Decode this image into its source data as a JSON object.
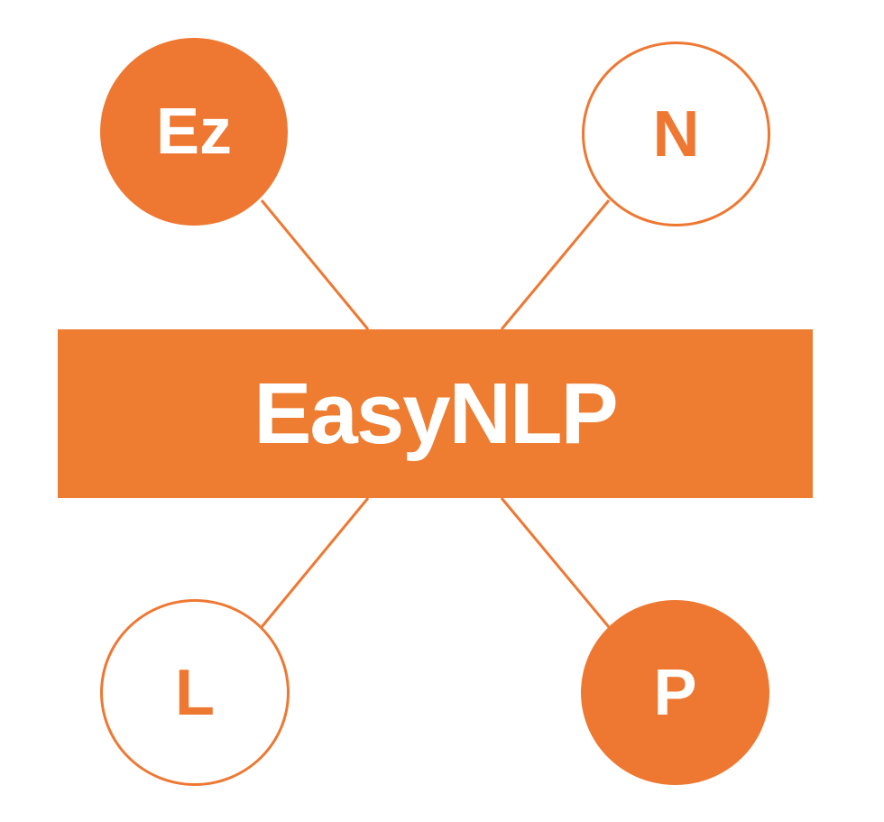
{
  "colors": {
    "accent": "#ee7832",
    "banner": "#ee7d32",
    "background": "#ffffff",
    "text_on_accent": "#ffffff"
  },
  "banner": {
    "label": "EasyNLP"
  },
  "nodes": [
    {
      "label": "Ez",
      "style": "filled",
      "position": "top-left"
    },
    {
      "label": "N",
      "style": "outline",
      "position": "top-right"
    },
    {
      "label": "L",
      "style": "outline",
      "position": "bottom-left"
    },
    {
      "label": "P",
      "style": "filled",
      "position": "bottom-right"
    }
  ]
}
